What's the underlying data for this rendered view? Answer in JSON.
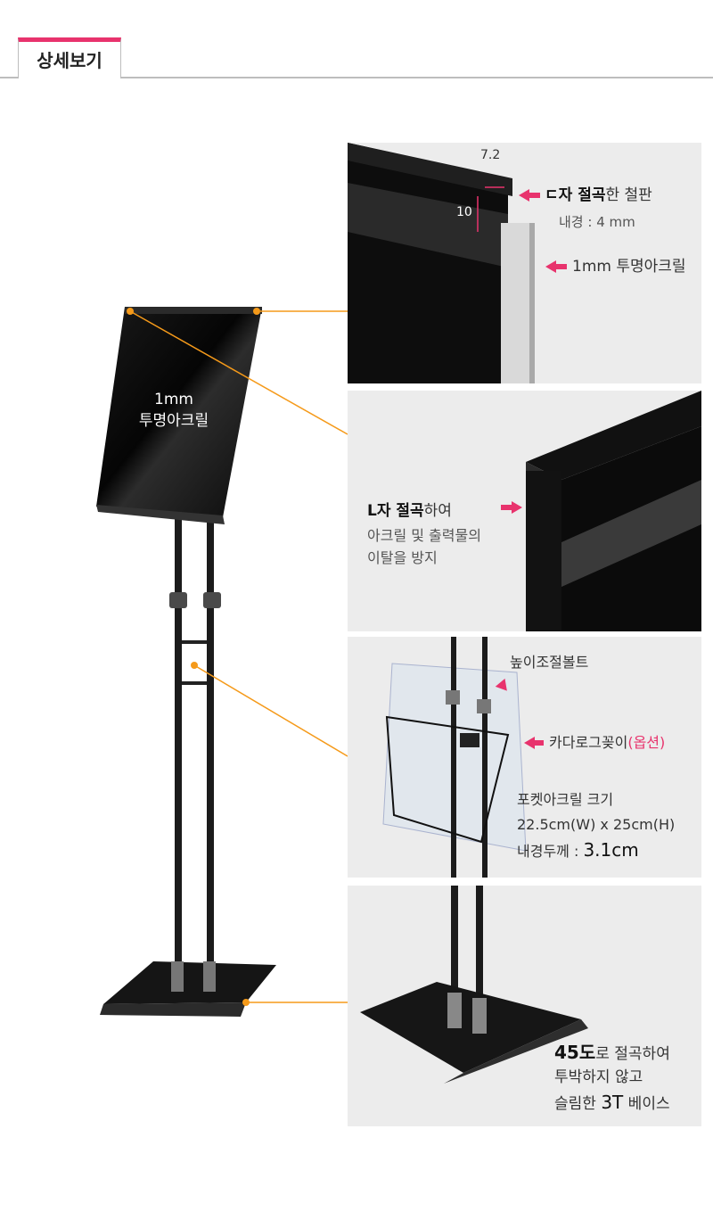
{
  "header": {
    "tab_label": "상세보기"
  },
  "main_stand": {
    "sign_text_line1": "1mm",
    "sign_text_line2": "투명아크릴"
  },
  "panel_top": {
    "dim_width": "7.2",
    "dim_height": "10",
    "label1_bold": "ㄷ자 절곡",
    "label1_rest": "한 철판",
    "label1_sub": "내경 : 4 mm",
    "label2": "1mm 투명아크릴"
  },
  "panel_corner": {
    "label_bold": "L자 절곡",
    "label_rest": "하여",
    "line2": "아크릴 및 출력물의",
    "line3": "이탈을 방지"
  },
  "panel_pocket": {
    "label_bolt": "높이조절볼트",
    "label_catalog": "카다로그꽂이",
    "label_option": "(옵션)",
    "size_title": "포켓아크릴 크기",
    "size_value": "22.5cm(W) x 25cm(H)",
    "thick_label": "내경두께 : ",
    "thick_value": "3.1cm"
  },
  "panel_base": {
    "line1_bold": "45도",
    "line1_rest": "로 절곡하여",
    "line2": "투박하지 않고",
    "line3_a": "슬림한 ",
    "line3_b": "3T",
    "line3_c": " 베이스"
  },
  "colors": {
    "accent": "#e8336d",
    "callout": "#f59a1a",
    "panel_bg": "#ececec"
  }
}
